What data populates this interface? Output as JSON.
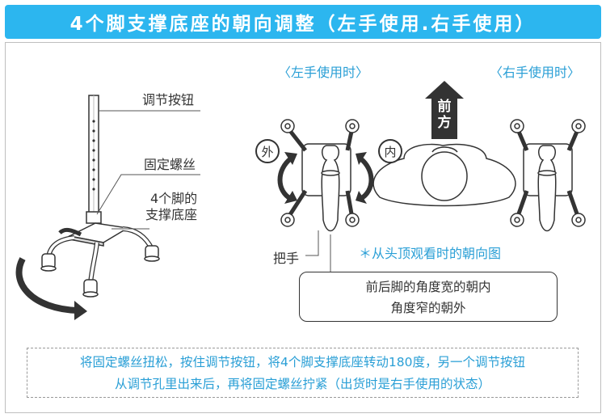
{
  "title": "4个脚支撑底座的朝向调整（左手使用.右手使用）",
  "labels": {
    "adjust_button": "调节按钮",
    "fixing_screw": "固定螺丝",
    "base_line1": "4个脚的",
    "base_line2": "支撑底座",
    "left_use": "〈左手使用时〉",
    "right_use": "〈右手使用时〉",
    "front_line1": "前",
    "front_line2": "方",
    "outside": "外",
    "inside": "内",
    "handle": "把手",
    "top_view_caption": "＊从头顶观看时的朝向图"
  },
  "note": {
    "line1": "前后脚的角度宽的朝内",
    "line2": "角度窄的朝外"
  },
  "instructions": {
    "line1": "将固定螺丝扭松，按住调节按钮，将4个脚支撑底座转动180度，另一个调节按钮",
    "line2": "从调节孔里出来后，再将固定螺丝拧紧（出货时是右手使用的状态）"
  },
  "colors": {
    "title_bg": "#2cb6ef",
    "accent_text": "#2a9fd6"
  }
}
